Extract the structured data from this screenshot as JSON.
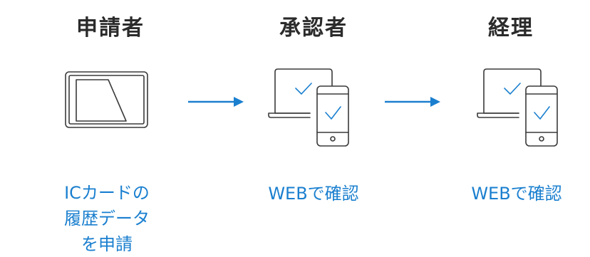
{
  "columns": [
    {
      "title": "申請者",
      "caption": "ICカードの履歴データを申請",
      "icon": "ic-card-icon"
    },
    {
      "title": "承認者",
      "caption": "WEBで確認",
      "icon": "laptop-phone-check-icon"
    },
    {
      "title": "経理",
      "caption": "WEBで確認",
      "icon": "laptop-phone-check-icon"
    }
  ],
  "colors": {
    "accent": "#1a7fcf",
    "text": "#2b2b2b",
    "line": "#3a3a3a"
  }
}
